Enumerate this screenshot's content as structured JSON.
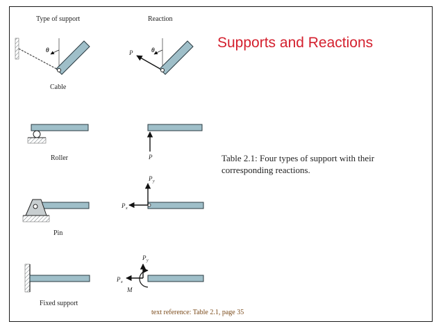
{
  "slide": {
    "title": "Supports and Reactions",
    "caption": "Table 2.1: Four types of support with their corresponding reactions.",
    "reference": "text reference: Table 2.1, page 35"
  },
  "table": {
    "headers": [
      "Type of support",
      "Reaction"
    ],
    "rows": [
      {
        "support": "Cable"
      },
      {
        "support": "Roller"
      },
      {
        "support": "Pin"
      },
      {
        "support": "Fixed support"
      }
    ]
  },
  "symbols": {
    "theta": "θ",
    "P": "P",
    "Px_base": "P",
    "Px_sub": "x",
    "Py_base": "P",
    "Py_sub": "y",
    "M": "M"
  },
  "colors": {
    "title": "#d4202e",
    "beam": "#9fbfc9",
    "beam_edge": "#2a3a40",
    "ground": "#9aa3a7",
    "reference": "#7a4a1a"
  }
}
